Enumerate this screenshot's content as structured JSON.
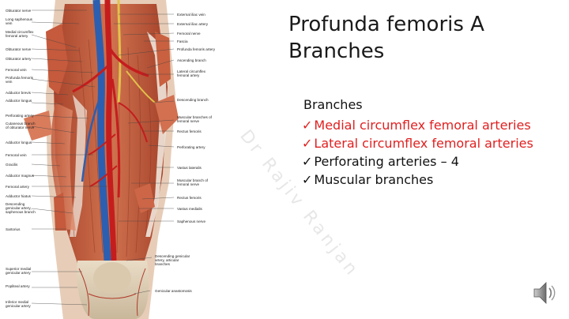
{
  "slide": {
    "title_line1": "Profunda femoris A",
    "title_line2": "Branches",
    "branches_heading": "Branches",
    "branches": [
      {
        "label": "Medial circumflex femoral arteries",
        "color": "#e02020"
      },
      {
        "label": "Lateral circumflex femoral arteries",
        "color": "#e02020"
      },
      {
        "label": "Perforating arteries – 4",
        "color": "#111111"
      },
      {
        "label": "Muscular branches",
        "color": "#111111"
      }
    ],
    "check_glyph": "✓",
    "watermark": "Dr Rajiv Ranjan",
    "speaker_icon": "speaker-icon"
  },
  "illustration": {
    "left_labels": [
      "Obturator nerve",
      "Long saphenous vein",
      "Medial circumflex femoral artery",
      "Obturator nerve",
      "Obturator artery",
      "Femoral vein",
      "Profunda femoris vein",
      "Adductor brevis",
      "Adductor longus",
      "Perforating artery",
      "Cutaneous branch of obturator nerve",
      "Adductor longus",
      "Femoral vein",
      "Gracilis",
      "Adductor magnus",
      "Femoral artery",
      "Adductor hiatus",
      "Descending genicular artery, saphenous branch",
      "Sartorius",
      "Superior medial genicular artery",
      "Popliteal artery",
      "Inferior medial genicular artery"
    ],
    "right_labels": [
      "External iliac vein",
      "External iliac artery",
      "Femoral nerve",
      "Fascia",
      "Profunda femoris artery",
      "Ascending branch",
      "Lateral circumflex femoral artery",
      "Descending branch",
      "Muscular branches of femoral nerve",
      "Rectus femoris",
      "Perforating artery",
      "Vastus lateralis",
      "Muscular branch of femoral nerve",
      "Rectus femoris",
      "Vastus medialis",
      "Saphenous nerve",
      "Descending genicular artery, articular branches",
      "Genicular anastomosis"
    ]
  }
}
